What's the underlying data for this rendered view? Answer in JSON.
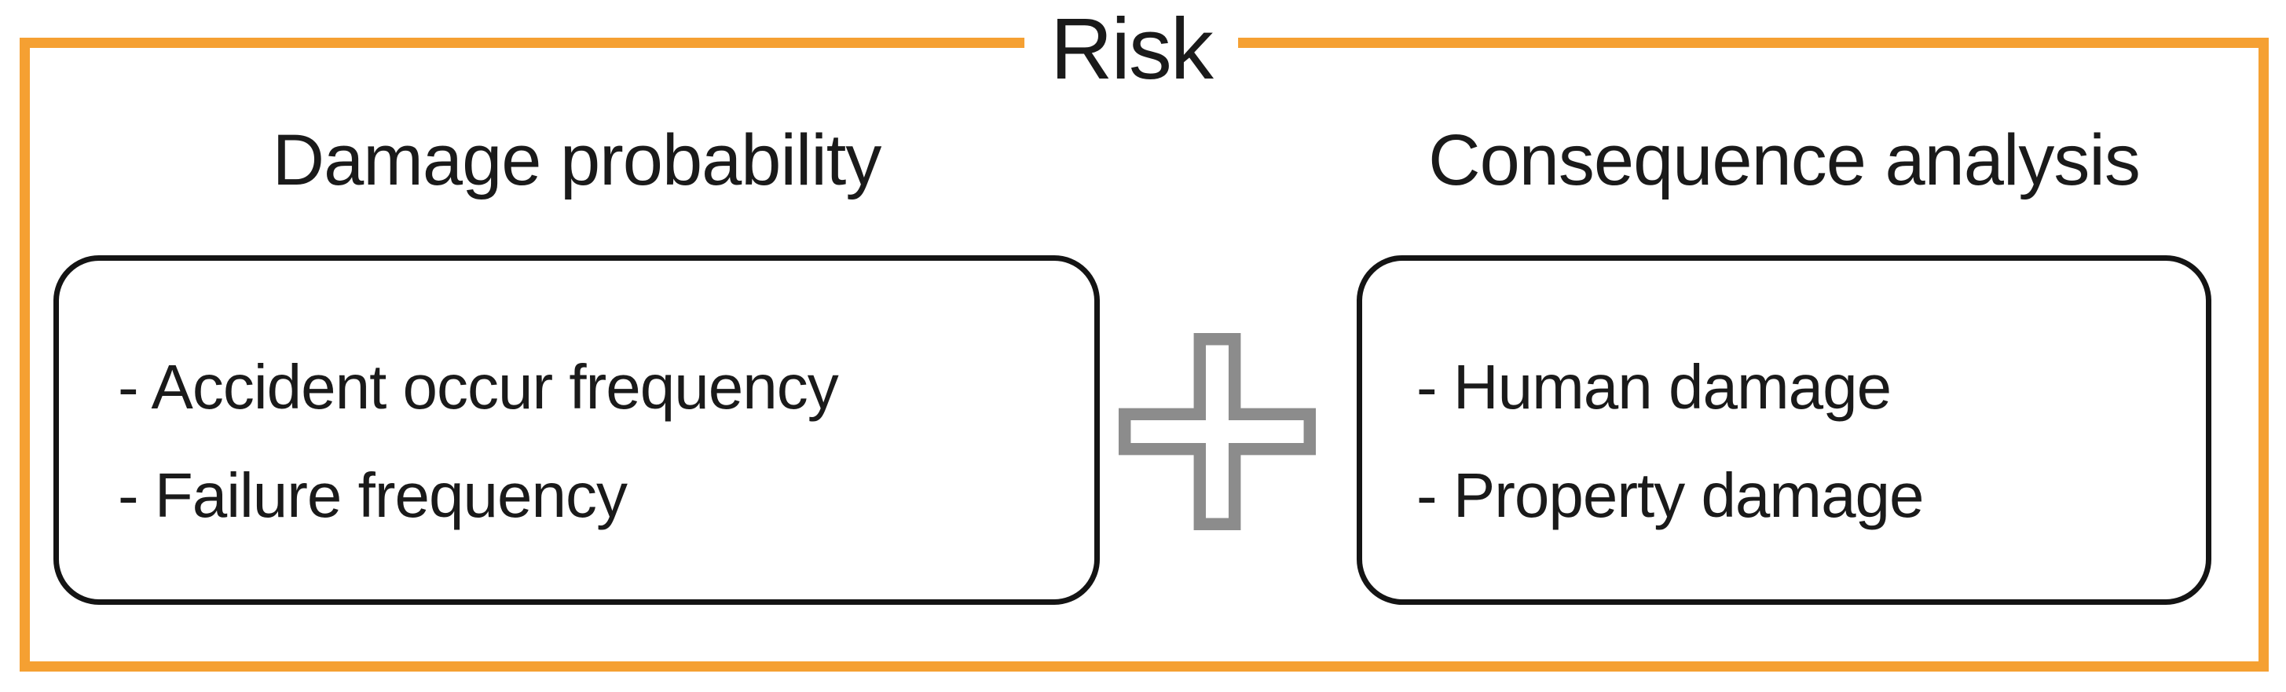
{
  "title": "Risk",
  "colors": {
    "frame_orange": "#f5a032",
    "box_border_black": "#141414",
    "plus_gray": "#8c8c8c",
    "text_black": "#1a1a1a",
    "background": "#ffffff"
  },
  "left_panel": {
    "heading": "Damage probability",
    "items": [
      "- Accident occur frequency",
      "- Failure frequency"
    ]
  },
  "operator": {
    "name": "plus",
    "meaning": "+"
  },
  "right_panel": {
    "heading": "Consequence analysis",
    "items": [
      "- Human damage",
      "- Property damage"
    ]
  }
}
